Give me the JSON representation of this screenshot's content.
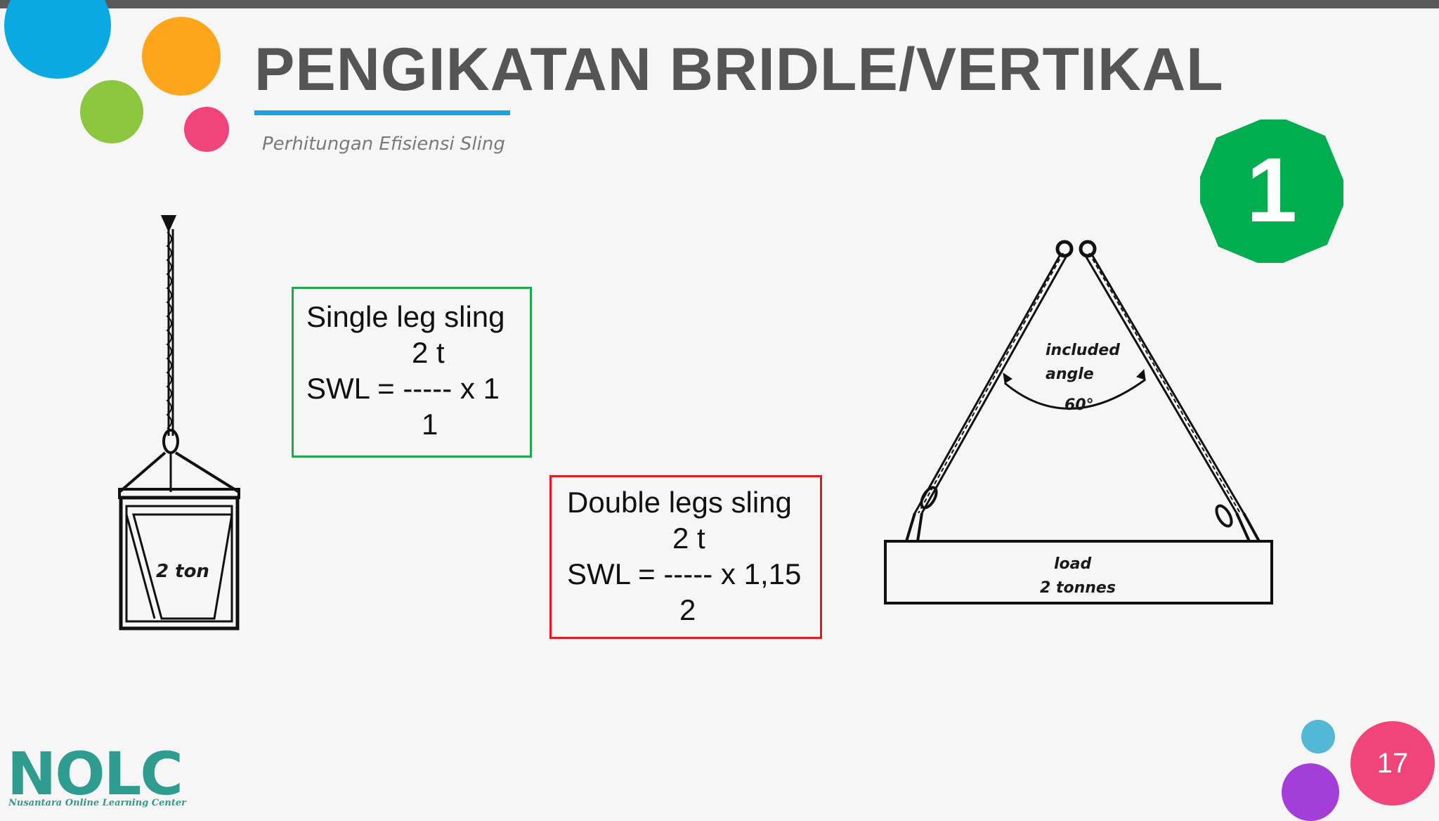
{
  "slide": {
    "title": "PENGIKATAN BRIDLE/VERTIKAL",
    "subtitle": "Perhitungan Efisiensi Sling",
    "badge_number": "1",
    "page_number": "17"
  },
  "single_leg_box": {
    "line1": "Single leg sling",
    "line2": "2 t",
    "line3": "SWL = ----- x 1",
    "line4": "1"
  },
  "double_leg_box": {
    "line1": "Double legs sling",
    "line2": "2 t",
    "line3": "SWL = ----- x 1,15",
    "line4": "2"
  },
  "figure_left": {
    "load_label": "2 ton"
  },
  "figure_right": {
    "angle_label_1": "included",
    "angle_label_2": "angle",
    "angle_value": "60°",
    "load_label_1": "load",
    "load_label_2": "2 tonnes"
  },
  "logo": {
    "name": "NOLC",
    "tagline": "Nusantara Online Learning Center"
  },
  "colors": {
    "accent_blue": "#1aa3e0",
    "badge_green": "#00ad4f",
    "box_green": "#1ea84a",
    "box_red": "#e01b22",
    "brand_teal": "#2e9c8e",
    "page_pink": "#f0447a"
  }
}
